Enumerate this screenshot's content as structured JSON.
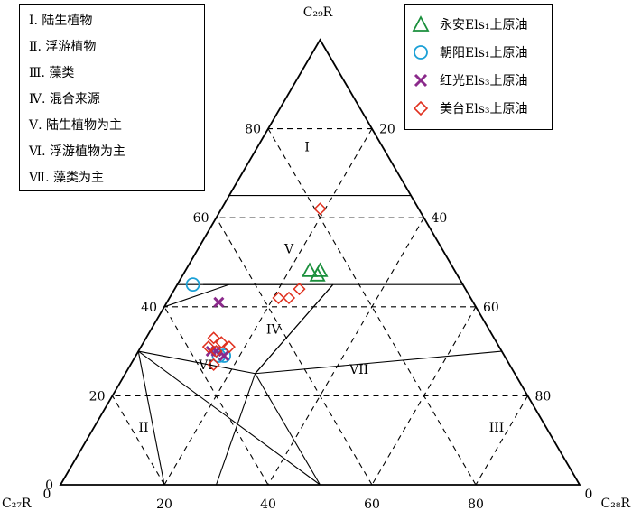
{
  "chart_data": {
    "type": "scatter",
    "subtype": "ternary",
    "axes": {
      "top": "C₂₉R",
      "left": "C₂₇R",
      "right": "C₂₈R"
    },
    "ticks": {
      "bottom": [
        "0",
        "20",
        "40",
        "60",
        "80",
        "0"
      ],
      "left": [
        "80",
        "60",
        "40",
        "20",
        "0"
      ],
      "right": [
        "80",
        "60",
        "40",
        "20"
      ]
    },
    "zone_labels": [
      "I",
      "II",
      "III",
      "IV",
      "V",
      "VI",
      "VII"
    ],
    "zone_legend": [
      "Ⅰ. 陆生植物",
      "Ⅱ. 浮游植物",
      "Ⅲ. 藻类",
      "Ⅳ. 混合来源",
      "Ⅴ. 陆生植物为主",
      "Ⅵ. 浮游植物为主",
      "Ⅶ. 藻类为主"
    ],
    "series": [
      {
        "name": "永安Els₁上原油",
        "marker": "triangle",
        "color": "#1a8f3c",
        "points": [
          [
            26,
            48,
            26
          ],
          [
            27,
            47,
            26
          ],
          [
            28,
            48,
            24
          ]
        ]
      },
      {
        "name": "朝阳Els₁上原油",
        "marker": "circle",
        "color": "#1ba0d6",
        "points": [
          [
            52,
            45,
            3
          ],
          [
            54,
            29,
            17
          ],
          [
            55,
            29,
            16
          ]
        ]
      },
      {
        "name": "红光Els₃上原油",
        "marker": "cross",
        "color": "#8b2a8b",
        "points": [
          [
            49,
            41,
            10
          ],
          [
            54,
            29,
            17
          ],
          [
            55,
            30,
            15
          ],
          [
            56,
            30,
            14
          ]
        ]
      },
      {
        "name": "美台Els₃上原油",
        "marker": "diamond",
        "color": "#e0301e",
        "points": [
          [
            19,
            62,
            19
          ],
          [
            32,
            44,
            24
          ],
          [
            35,
            42,
            23
          ],
          [
            37,
            42,
            21
          ],
          [
            52,
            31,
            17
          ],
          [
            53,
            32,
            15
          ],
          [
            54,
            33,
            13
          ],
          [
            55,
            30,
            15
          ],
          [
            56,
            31,
            13
          ],
          [
            57,
            27,
            16
          ]
        ]
      }
    ]
  }
}
